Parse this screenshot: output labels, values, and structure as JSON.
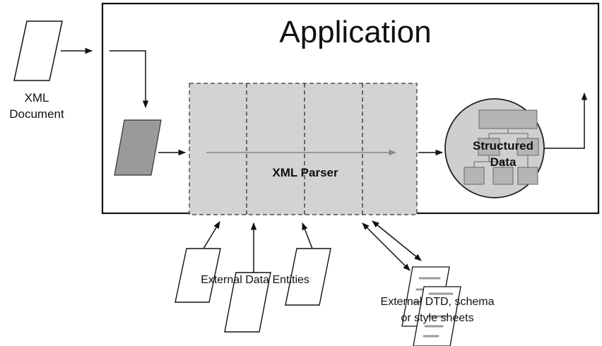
{
  "app": {
    "title": "Application"
  },
  "input_doc": {
    "label_line1": "XML",
    "label_line2": "Document"
  },
  "parser": {
    "label": "XML Parser"
  },
  "output": {
    "label_line1": "Structured",
    "label_line2": "Data"
  },
  "external_data": {
    "label": "External Data Entities"
  },
  "external_dtd": {
    "label_line1": "External DTD, schema",
    "label_line2": "or style sheets"
  },
  "colors": {
    "parser_fill": "#d3d3d3",
    "doc_fill": "#9a9a9a",
    "circle_fill": "#cfcfcf",
    "box_fill": "#b5b5b5",
    "stroke": "#111111"
  }
}
